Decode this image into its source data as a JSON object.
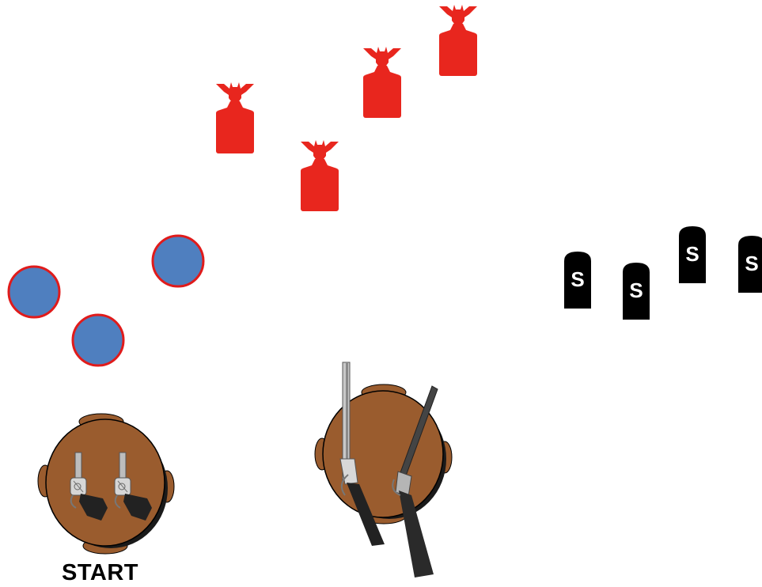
{
  "stage": {
    "start_label": "START",
    "colors": {
      "cowboy_target": "#e8261e",
      "plate_fill": "#4f7fbf",
      "plate_border": "#e01b1b",
      "tombstone": "#000000",
      "table": "#9a5c2e",
      "table_shadow": "#1a1a1a"
    },
    "cowboy_targets": {
      "count": 4,
      "icon": "cowboy-silhouette-icon"
    },
    "steel_plates": {
      "count": 3,
      "shape": "circle"
    },
    "shotgun_knockdowns": {
      "count": 4,
      "letter": "S",
      "icon": "tombstone-icon"
    },
    "tables": [
      {
        "name": "start-table",
        "props": [
          "revolver-icon",
          "revolver-icon"
        ]
      },
      {
        "name": "long-gun-table",
        "props": [
          "rifle-icon",
          "shotgun-icon"
        ]
      }
    ]
  }
}
